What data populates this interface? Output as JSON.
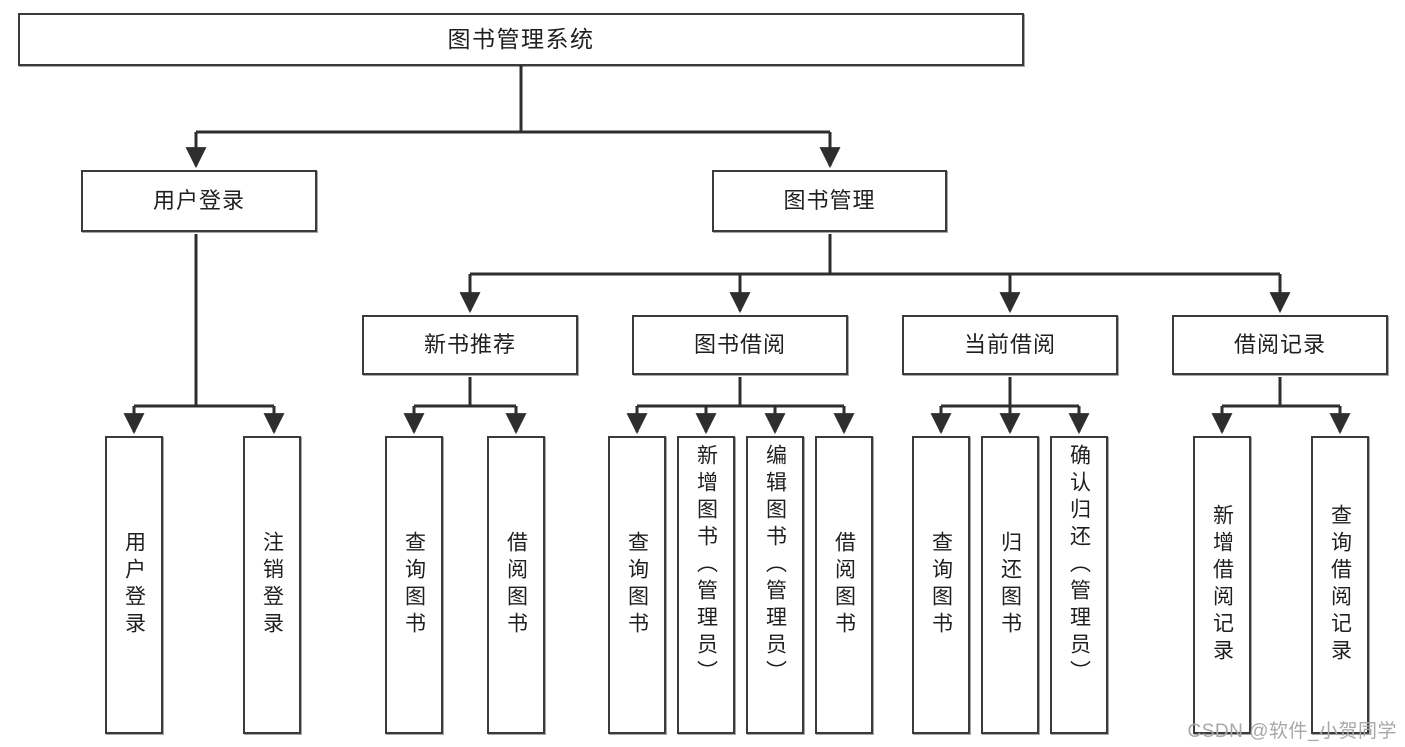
{
  "diagram": {
    "type": "tree-hierarchy",
    "title": "图书管理系统",
    "watermark": "CSDN @软件_小贺同学",
    "colors": {
      "box_border": "#3b3b3b",
      "box_fill": "#ffffff",
      "connector": "#2e2e2e",
      "text": "#1f1f1f",
      "watermark": "#a8a8a8",
      "background": "#ffffff"
    },
    "root": {
      "label": "图书管理系统",
      "level": 1
    },
    "level2": [
      {
        "label": "用户登录"
      },
      {
        "label": "图书管理"
      }
    ],
    "level3": [
      {
        "label": "新书推荐"
      },
      {
        "label": "图书借阅"
      },
      {
        "label": "当前借阅"
      },
      {
        "label": "借阅记录"
      }
    ],
    "leaves": {
      "user_login": [
        {
          "label": "用户登录"
        },
        {
          "label": "注销登录"
        }
      ],
      "new_book_recommend": [
        {
          "label": "查询图书"
        },
        {
          "label": "借阅图书"
        }
      ],
      "book_borrow": [
        {
          "label": "查询图书"
        },
        {
          "label": "新增图书（管理员）"
        },
        {
          "label": "编辑图书（管理员）"
        },
        {
          "label": "借阅图书"
        }
      ],
      "current_borrow": [
        {
          "label": "查询图书"
        },
        {
          "label": "归还图书"
        },
        {
          "label": "确认归还（管理员）"
        }
      ],
      "borrow_record": [
        {
          "label": "新增借阅记录"
        },
        {
          "label": "查询借阅记录"
        }
      ]
    }
  }
}
